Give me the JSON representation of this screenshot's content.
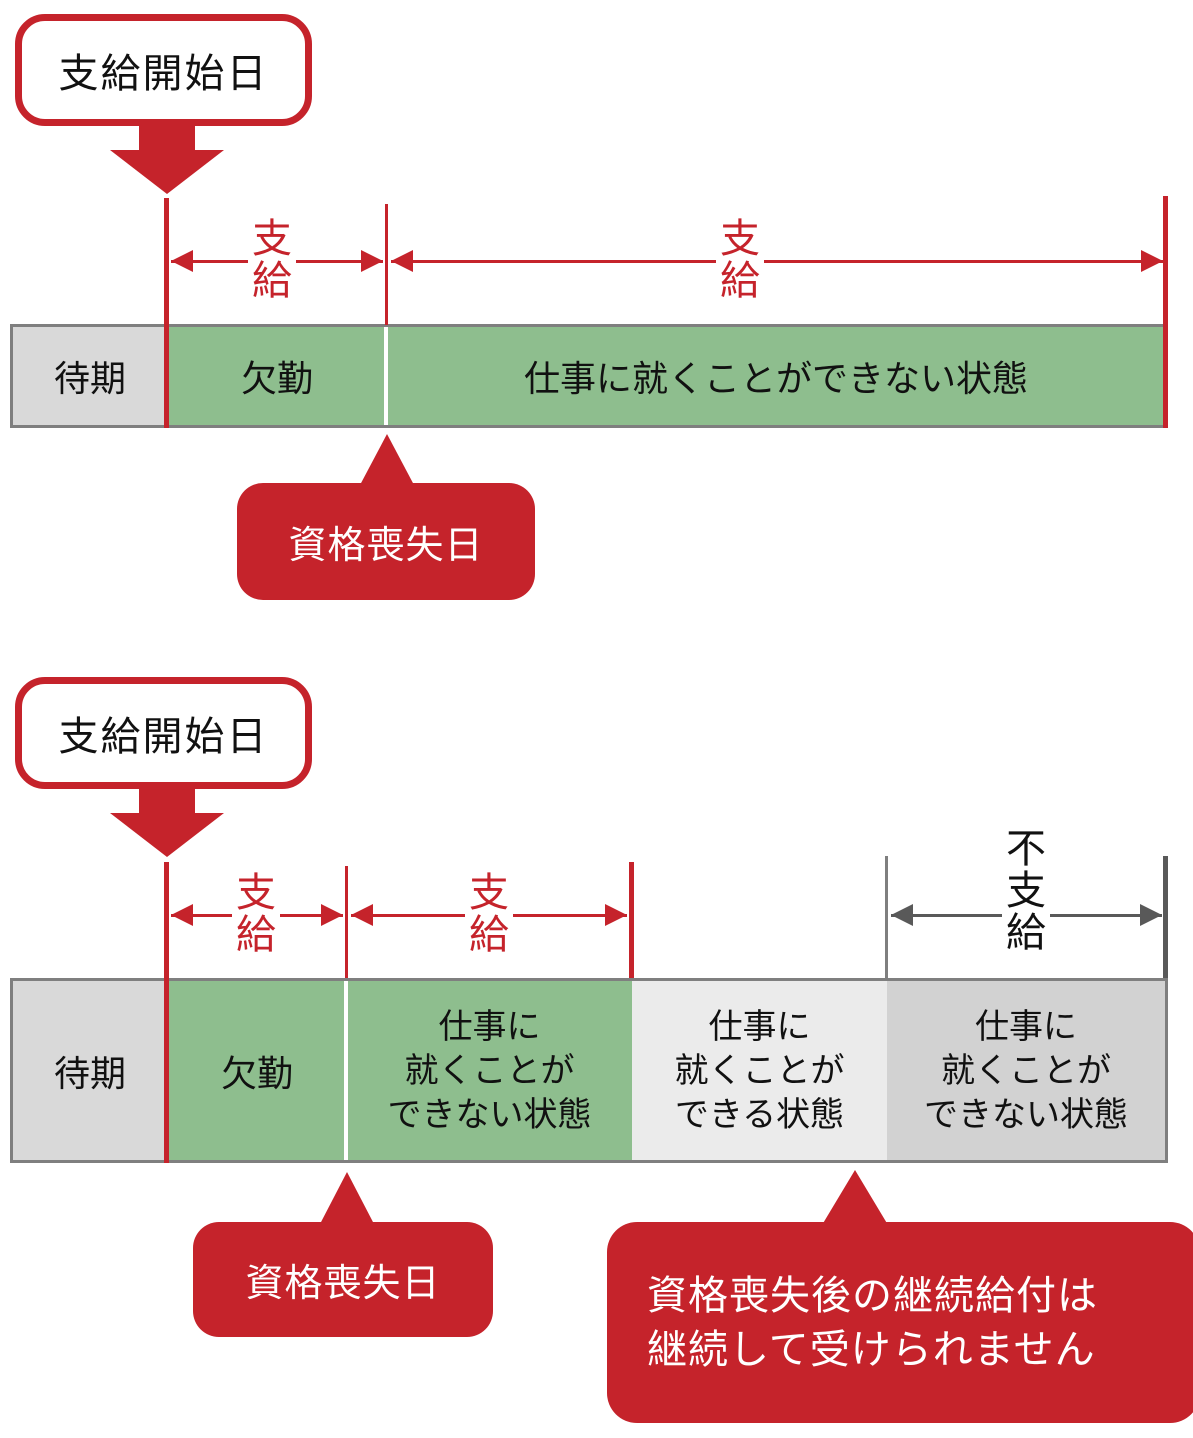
{
  "colors": {
    "red": "#c5232b",
    "green": "#8ebe8e",
    "wait_gray": "#d9d9d9",
    "light_gray": "#ebebeb",
    "mid_gray": "#d2d2d2",
    "bar_border": "#7f7f7f",
    "dark_arrow": "#595959"
  },
  "top_diagram": {
    "start_callout": "支給開始日",
    "dim_arrows": [
      {
        "label": "支給"
      },
      {
        "label": "支給"
      }
    ],
    "bar_segments": [
      {
        "label": "待期"
      },
      {
        "label": "欠勤"
      },
      {
        "label": "仕事に就くことができない状態"
      }
    ],
    "callout_disqualification": "資格喪失日"
  },
  "bottom_diagram": {
    "start_callout": "支給開始日",
    "dim_arrows": [
      {
        "label": "支給"
      },
      {
        "label": "支給"
      },
      {
        "label": "不支給"
      }
    ],
    "bar_segments": [
      {
        "label": "待期"
      },
      {
        "label": "欠勤"
      },
      {
        "label": "仕事に\n就くことが\nできない状態"
      },
      {
        "label": "仕事に\n就くことが\nできる状態"
      },
      {
        "label": "仕事に\n就くことが\nできない状態"
      }
    ],
    "callout_disqualification": "資格喪失日",
    "callout_note": "資格喪失後の継続給付は\n継続して受けられません"
  }
}
